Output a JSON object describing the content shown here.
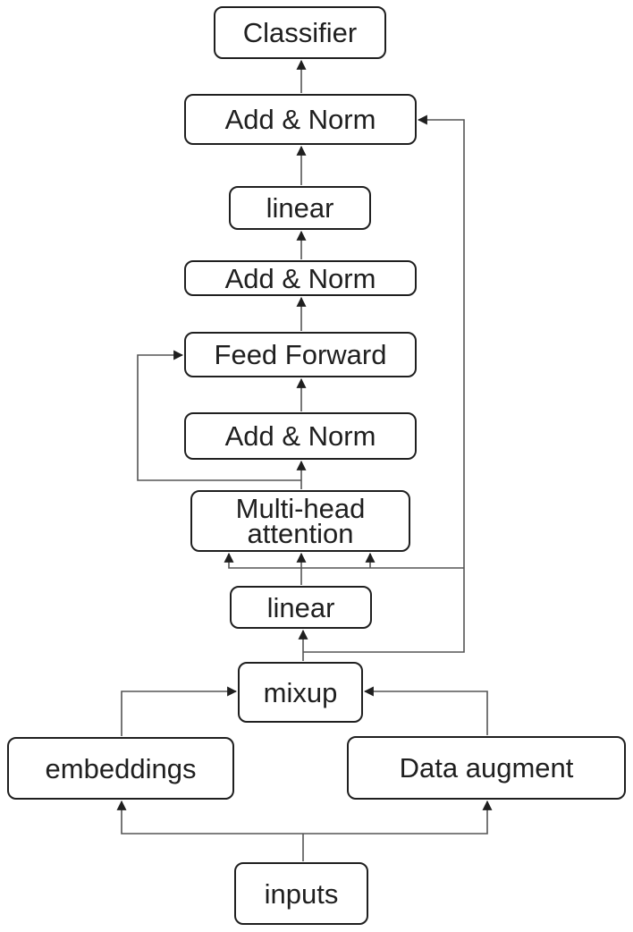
{
  "diagram": {
    "nodes": {
      "classifier": "Classifier",
      "add_norm_top": "Add & Norm",
      "linear_top": "linear",
      "add_norm_mid": "Add & Norm",
      "feed_forward": "Feed Forward",
      "add_norm_low": "Add & Norm",
      "multi_head_line1": "Multi-head",
      "multi_head_line2": "attention",
      "linear_low": "linear",
      "mixup": "mixup",
      "embeddings": "embeddings",
      "data_augment": "Data augment",
      "inputs": "inputs"
    },
    "edges": [
      [
        "inputs",
        "embeddings"
      ],
      [
        "inputs",
        "data_augment"
      ],
      [
        "embeddings",
        "mixup"
      ],
      [
        "data_augment",
        "mixup"
      ],
      [
        "mixup",
        "linear_low"
      ],
      [
        "mixup",
        "multi_head_attention"
      ],
      [
        "mixup",
        "add_norm_top"
      ],
      [
        "linear_low",
        "multi_head_attention"
      ],
      [
        "multi_head_attention",
        "add_norm_low"
      ],
      [
        "multi_head_attention",
        "feed_forward"
      ],
      [
        "add_norm_low",
        "feed_forward"
      ],
      [
        "feed_forward",
        "add_norm_mid"
      ],
      [
        "add_norm_mid",
        "linear_top"
      ],
      [
        "linear_top",
        "add_norm_top"
      ],
      [
        "add_norm_top",
        "classifier"
      ]
    ],
    "colors": {
      "stroke": "#1f1f1f",
      "line": "#555555"
    }
  }
}
